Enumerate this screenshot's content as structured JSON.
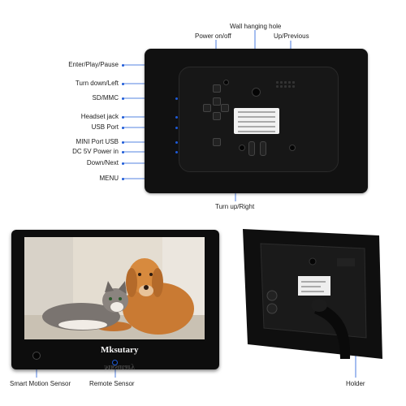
{
  "labels": {
    "wall_hanging_hole": "Wall hanging hole",
    "power": "Power on/off",
    "up_previous": "Up/Previous",
    "enter_play_pause": "Enter/Play/Pause",
    "turn_down_left": "Turn down/Left",
    "sd_mmc": "SD/MMC",
    "headset_jack": "Headset jack",
    "usb_port": "USB Port",
    "mini_usb": "MINI Port USB",
    "dc_power": "DC 5V Power in",
    "down_next": "Down/Next",
    "menu": "MENU",
    "turn_up_right": "Turn up/Right",
    "smart_motion_sensor": "Smart Motion Sensor",
    "remote_sensor": "Remote Sensor",
    "holder": "Holder"
  },
  "brand": "Mksutary",
  "colors": {
    "accent": "#1e5bd8",
    "frame": "#111111",
    "background": "#ffffff"
  }
}
